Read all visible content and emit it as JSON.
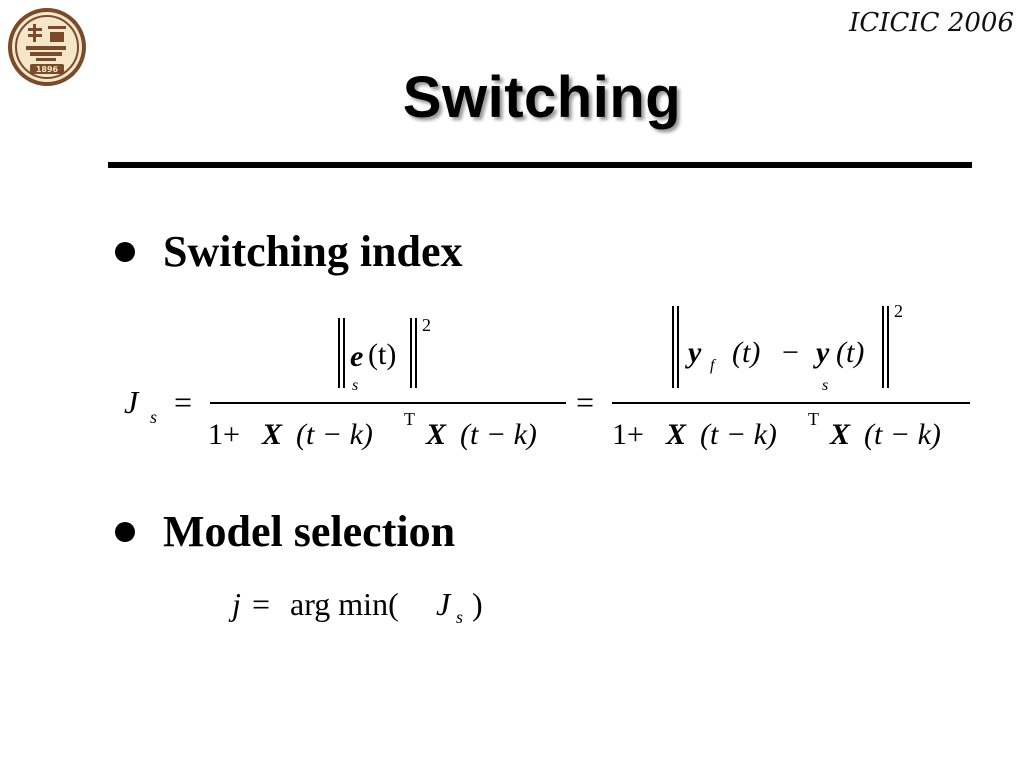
{
  "header": {
    "conference": "ICICIC 2006",
    "logo_year": "1896"
  },
  "slide": {
    "title": "Switching"
  },
  "bullets": [
    {
      "label": "Switching index"
    },
    {
      "label": "Model selection"
    }
  ],
  "equations": {
    "switching_index": {
      "lhs_symbol": "J",
      "lhs_sub": "s",
      "equals": "=",
      "num1_vec": "e",
      "num1_arg": "(t)",
      "norm_sub": "s",
      "norm_sup": "2",
      "num2_vec_a": "y",
      "num2_sub_a": "f",
      "num2_arg_a": "(t)",
      "minus": "−",
      "num2_vec_b": "y",
      "num2_arg_b": "(t)",
      "denom_one": "1+",
      "denom_X1": "X",
      "denom_arg1": "(t − k)",
      "denom_T": "T",
      "denom_X2": "X",
      "denom_arg2": "(t − k)"
    },
    "model_selection": {
      "lhs": "j",
      "equals": "=",
      "op": "arg min(",
      "J": "J",
      "J_sub": "s",
      "close": ")"
    }
  }
}
